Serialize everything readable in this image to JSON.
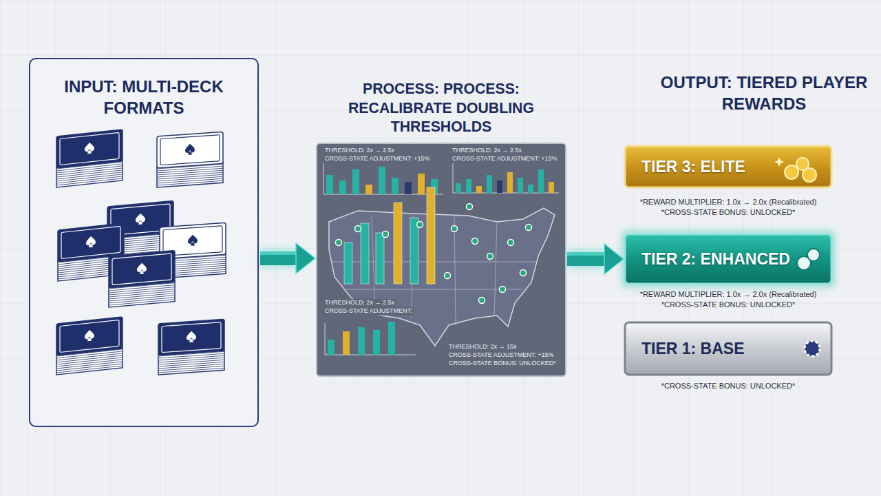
{
  "diagram": {
    "nodes": [
      {
        "text": [
          "INPUT: MULTI-DECK FORMATS"
        ]
      },
      {
        "text": [
          "PROCESS: PROCESS: RECALIBRATE DOUBLING THRESHOLDS"
        ]
      },
      {
        "text": [
          "TIER 3: ELITE"
        ]
      },
      {
        "text": [
          "TIER 2: ENHANCED"
        ]
      },
      {
        "text": [
          "TIER 1: BASE"
        ]
      }
    ],
    "edges": [
      {
        "from": 0,
        "to": 1,
        "arrow": "to"
      },
      {
        "from": 1,
        "to": 3,
        "arrow": "to"
      }
    ],
    "labels": [
      "THRESHOLD: 2x → 2.5x",
      "CROSS-STATE ADJUSTMENT: +15%",
      "THRESHOLD: 2x → 2.5x",
      "CROSS-STATE ADJUSTMENT: +15%",
      "THRESHOLD: 2x → 2.5x",
      "CROSS-STATE ADJUSTMENT:",
      "THRESHOLD: 2x → 15x",
      "CROSS-STATE ADJUSTMENT: +15%",
      "CROSS-STATE BONUS: UNLOCKED*",
      "OUTPUT: TIERED PLAYER REWARDS",
      "*REWARD MULTIPLIER: 1.0x → 2.0x (Recalibrated)",
      "*CROSS-STATE BONUS: UNLOCKED*",
      "*REWARD MULTIPLIER: 1.0x → 2.0x (Recalibrated)",
      "*CROSS-STATE BONUS: UNLOCKED*",
      "*CROSS-STATE BONUS: UNLOCKED*"
    ]
  }
}
